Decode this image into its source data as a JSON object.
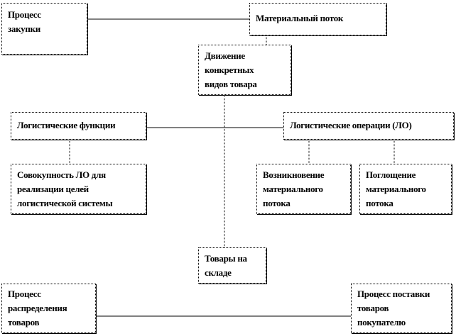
{
  "nodes": {
    "purchase": "Процесс\nзакупки",
    "material_flow": "Материальный поток",
    "movement": "Движение\nконкретных\nвидов товара",
    "log_functions": "Логистические функции",
    "log_operations": "Логистические операции (ЛО)",
    "aggregate": "Совокупность  ЛО для\nреализации целей\nлогистической системы",
    "origin": "Возникновение\nматериального\nпотока",
    "absorption": "Поглощение\nматериального\nпотока",
    "warehouse": "Товары на\nскладе",
    "distribution": "Процесс\nраспределения\nтоваров",
    "delivery": "Процесс поставки\nтоваров\nпокупателю"
  }
}
